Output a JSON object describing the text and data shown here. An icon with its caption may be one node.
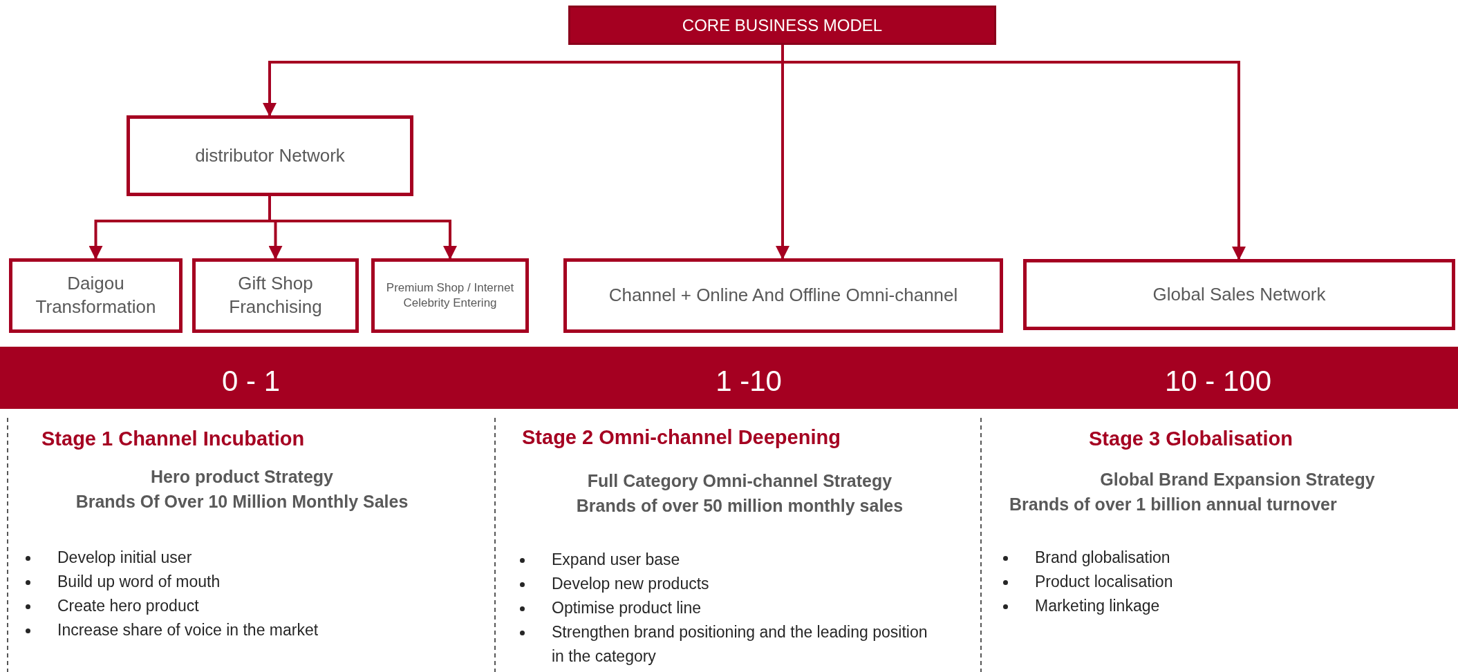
{
  "diagram": {
    "nodes": [
      {
        "text": [
          "CORE BUSINESS MODEL"
        ]
      },
      {
        "text": [
          "distributor Network"
        ]
      },
      {
        "text": [
          "Daigou Transformation"
        ]
      },
      {
        "text": [
          "Gift Shop Franchising"
        ]
      },
      {
        "text": [
          "Premium Shop / Internet Celebrity Entering"
        ]
      },
      {
        "text": [
          "Channel + Online And Offline Omni-channel"
        ]
      },
      {
        "text": [
          "Global Sales Network"
        ]
      }
    ],
    "edges": [
      {
        "from": 0,
        "to": 1,
        "arrow": "to"
      },
      {
        "from": 0,
        "to": 5,
        "arrow": "to"
      },
      {
        "from": 0,
        "to": 6,
        "arrow": "to"
      },
      {
        "from": 1,
        "to": 2,
        "arrow": "to"
      },
      {
        "from": 1,
        "to": 3,
        "arrow": "to"
      },
      {
        "from": 1,
        "to": 4,
        "arrow": "to"
      }
    ],
    "labels": [
      "0 - 1",
      "1 -10",
      "10 - 100",
      "Stage 1  Channel Incubation",
      "Hero product Strategy",
      "Brands Of Over 10 Million Monthly Sales",
      "Develop initial user",
      "Build up word of mouth",
      "Create hero product",
      "Increase share of voice in the market",
      "Stage 2   Omni-channel Deepening",
      "Full Category Omni-channel Strategy",
      "Brands of over 50 million monthly sales",
      "Expand user base",
      "Develop new products",
      "Optimise product line",
      "Strengthen brand positioning and the leading position in the category",
      "Stage 3  Globalisation",
      "Global Brand Expansion Strategy",
      "Brands of over 1 billion annual turnover",
      "Brand globalisation",
      "Product localisation",
      "Marketing linkage"
    ]
  }
}
